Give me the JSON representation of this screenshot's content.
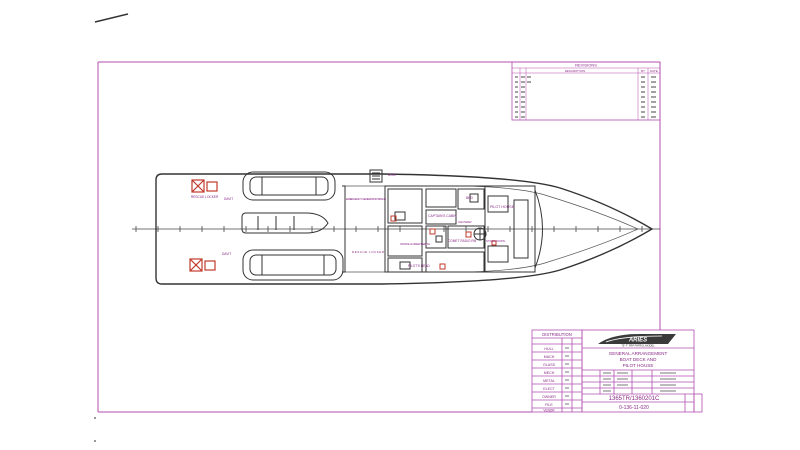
{
  "colors": {
    "border": "#b24fb0",
    "ink": "#222222",
    "accent": "#8a2a86",
    "paper": "#ffffff"
  },
  "revisions": {
    "title": "REVISIONS",
    "col_description": "DESCRIPTION",
    "col_by": "BY",
    "col_date": "DATE"
  },
  "labels": {
    "room_lower_left": "RESCUE LOCKER",
    "captains_cabin": "CAPTAIN'S CABIN",
    "pilot_house": "PILOT HOUSE",
    "bed": "BED",
    "emergency_stair": "EMERGENCY GENERATOR SPACE",
    "office": "OFFICE & CREW BERTH",
    "rescue_locker_mid": "RESCUE LOCKER",
    "pilots_head": "PILOT'S HEAD",
    "radio": "COMET RADIO RM",
    "stair_down": "STAIR DOWN",
    "shower": "SHOWER",
    "davit": "DAVIT",
    "boat_label": "BOAT"
  },
  "distribution": {
    "title": "DISTRIBUTION",
    "rows": [
      "HULL",
      "MACH",
      "GLASS",
      "MECH",
      "METAL",
      "ELECT",
      "OWNER",
      "FILE",
      "VENDR"
    ]
  },
  "title_block": {
    "logo_text": "ARIES",
    "vessel": "75'-7\" FRP PATROL MODEL",
    "line1": "GENERAL ARRANGEMENT",
    "line2": "BOAT DECK AND",
    "line3": "PILOT HOUSE",
    "drawing_no": "1365TR/1360201C",
    "sheet_no": "0-136-11-020"
  }
}
